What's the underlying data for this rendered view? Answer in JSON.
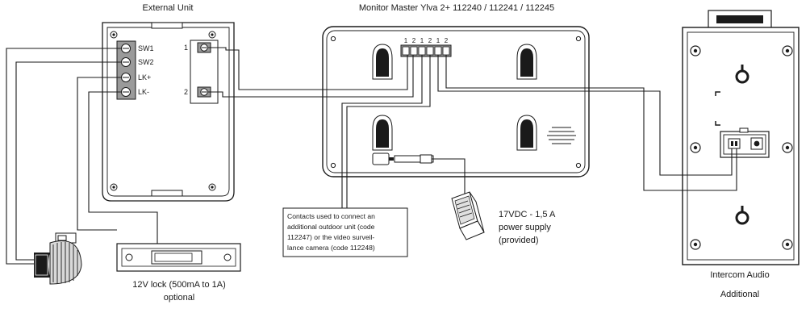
{
  "titles": {
    "external_unit": "External Unit",
    "monitor": "Monitor Master Ylva 2+ 112240 / 112241 / 112245",
    "intercom_line1": "Intercom Audio",
    "intercom_line2": "Additional"
  },
  "external_unit": {
    "terminals": [
      "SW1",
      "SW2",
      "LK+",
      "LK-"
    ],
    "right_terminals": [
      "1",
      "2"
    ]
  },
  "monitor": {
    "terminal_numbers": [
      "1",
      "2",
      "1",
      "2",
      "1",
      "2"
    ]
  },
  "lock": {
    "line1": "12V lock (500mA to 1A)",
    "line2": "optional"
  },
  "power": {
    "line1": "17VDC - 1,5 A",
    "line2": "power supply",
    "line3": "(provided)"
  },
  "note": {
    "lines": [
      "Contacts used to connect an",
      "additional outdoor unit (code",
      "112247) or the video surveil-",
      "lance camera (code 112248)"
    ]
  },
  "colors": {
    "line": "#1a1a1a",
    "terminal": "#9a9a9a",
    "device_fill": "#ffffff"
  }
}
